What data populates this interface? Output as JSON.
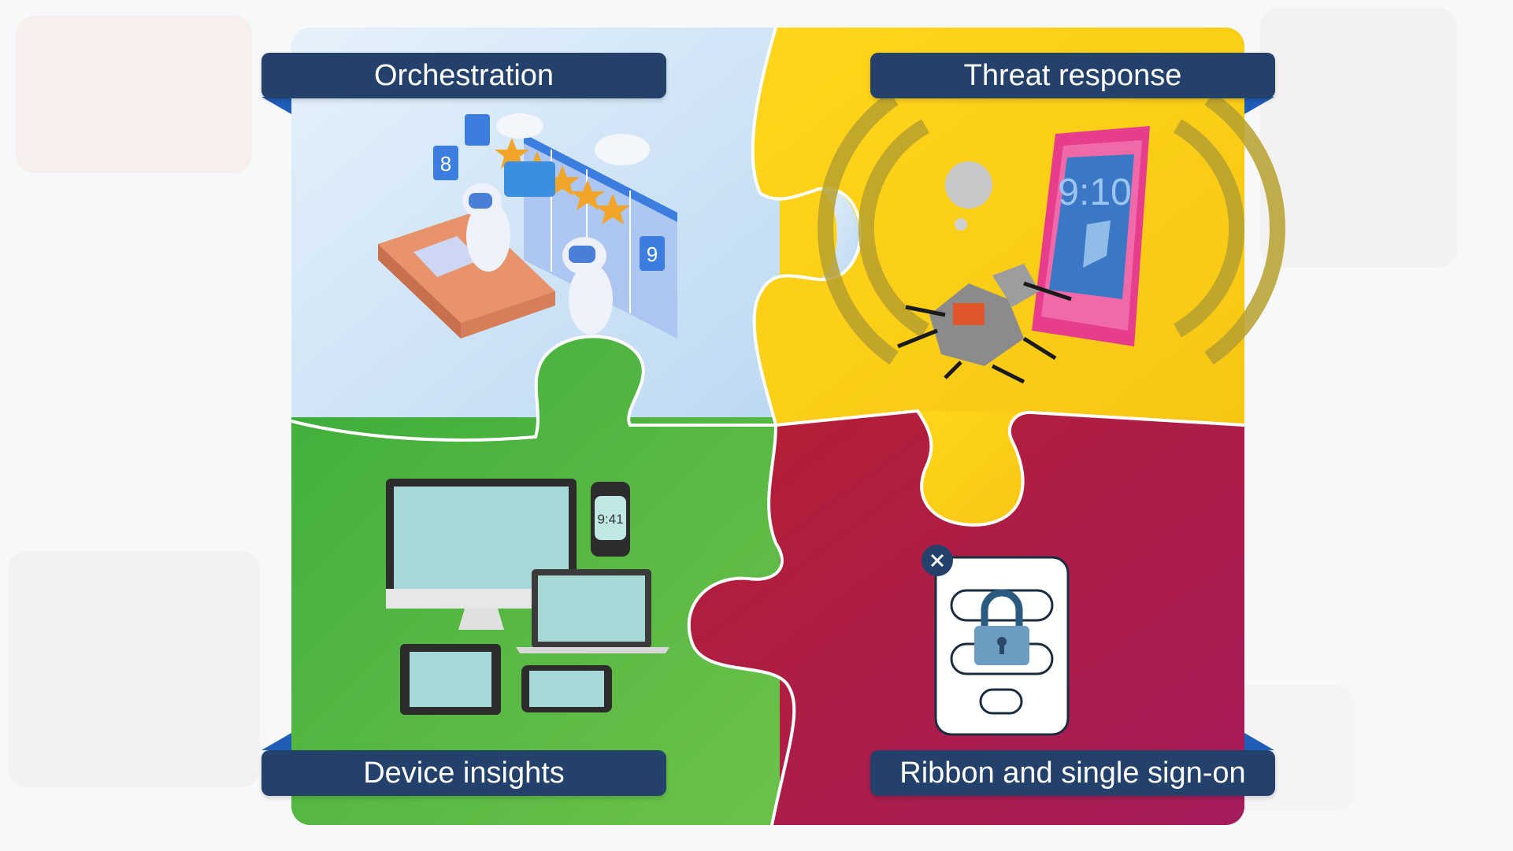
{
  "pieces": [
    {
      "id": "orchestration",
      "label": "Orchestration",
      "icon": "robots-dashboard-icon"
    },
    {
      "id": "threat",
      "label": "Threat response",
      "icon": "bug-attacking-phone-icon"
    },
    {
      "id": "device",
      "label": "Device insights",
      "icon": "multiple-devices-icon"
    },
    {
      "id": "ribbon",
      "label": "Ribbon and single sign-on",
      "icon": "locked-login-card-icon"
    }
  ],
  "illustrations": {
    "phone_time": "9:10",
    "watch_time": "9:41",
    "badge_left": "8",
    "badge_right": "9"
  },
  "colors": {
    "orchestration": "#cfe4f6",
    "threat": "#fdd21c",
    "device": "#4caf3f",
    "ribbon": "#b31f3f",
    "label_bg": "#24416b",
    "fold": "#1f5db8"
  }
}
